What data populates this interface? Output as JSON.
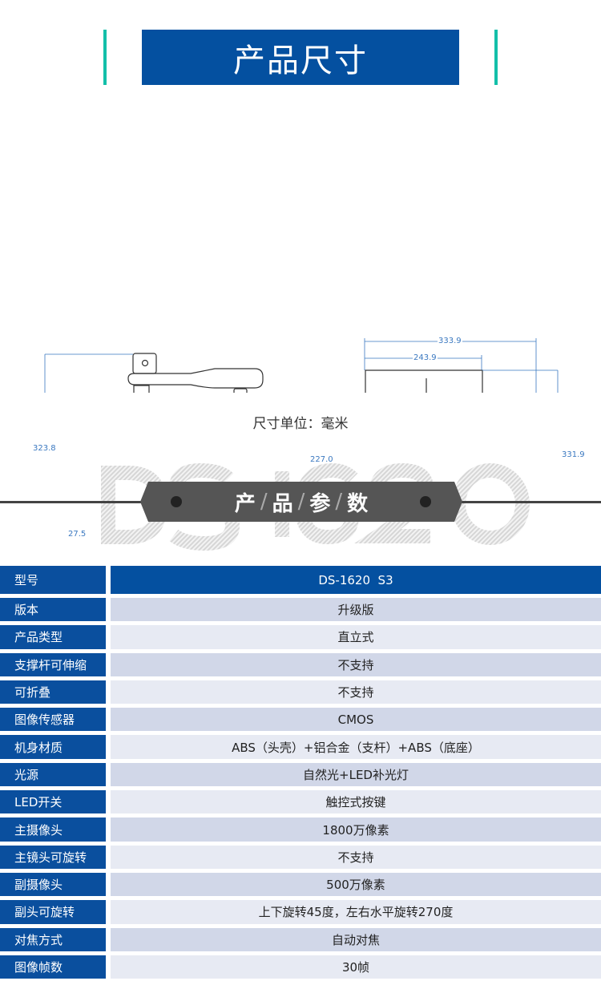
{
  "section1": {
    "title": "产品尺寸",
    "unit_label": "尺寸单位：毫米"
  },
  "dimensions": {
    "total_height": "323.8",
    "camera_height": "227.0",
    "base_height": "27.5",
    "total_width": "333.9",
    "inner_width": "243.9",
    "depth": "331.9"
  },
  "section2": {
    "watermark": "DS-1620",
    "chars": [
      "产",
      "品",
      "参",
      "数"
    ],
    "sep": "/"
  },
  "specs": [
    {
      "label": "型号",
      "value": "DS-1620  S3"
    },
    {
      "label": "版本",
      "value": "升级版"
    },
    {
      "label": "产品类型",
      "value": "直立式"
    },
    {
      "label": "支撑杆可伸缩",
      "value": "不支持"
    },
    {
      "label": "可折叠",
      "value": "不支持"
    },
    {
      "label": "图像传感器",
      "value": "CMOS"
    },
    {
      "label": "机身材质",
      "value": "ABS（头壳）+铝合金（支杆）+ABS（底座）"
    },
    {
      "label": "光源",
      "value": "自然光+LED补光灯"
    },
    {
      "label": "LED开关",
      "value": "触控式按键"
    },
    {
      "label": "主摄像头",
      "value": "1800万像素"
    },
    {
      "label": "主镜头可旋转",
      "value": "不支持"
    },
    {
      "label": "副摄像头",
      "value": "500万像素"
    },
    {
      "label": "副头可旋转",
      "value": "上下旋转45度，左右水平旋转270度"
    },
    {
      "label": "对焦方式",
      "value": "自动对焦"
    },
    {
      "label": "图像帧数",
      "value": "30帧"
    }
  ]
}
